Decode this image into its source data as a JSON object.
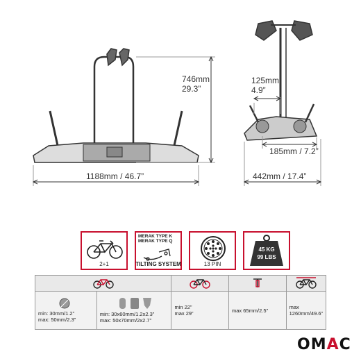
{
  "dimensions": {
    "height_mm": "746mm",
    "height_in": "29.3”",
    "width_total": "1188mm / 46.7”",
    "arm_offset_mm": "125mm",
    "arm_offset_in": "4.9”",
    "depth_mid": "185mm / 7.2”",
    "depth_total": "442mm / 17.4”"
  },
  "features": {
    "bikes_label": "2+1",
    "merak_k": "MERAK TYPE K",
    "merak_q": "MERAK TYPE Q",
    "tilting_label": "TILTING SYSTEM",
    "pin_label": "13 PIN",
    "weight_kg": "45 KG",
    "weight_lbs": "99 LBS"
  },
  "spec_table": {
    "col1": [
      "min: 30mm/1.2”",
      "max: 50mm/2.3”"
    ],
    "col2": [
      "min: 30x60mm/1.2x2.3”",
      "max: 50x70mm/2x2.7”"
    ],
    "col3": [
      "min 22”",
      "max 29”"
    ],
    "col4": "max 65mm/2.5”",
    "col5": "max 1260mm/49.6”"
  },
  "logo": {
    "part1": "OM",
    "part2": "A",
    "part3": "C"
  },
  "colors": {
    "accent": "#c8102e",
    "line": "#333333"
  }
}
